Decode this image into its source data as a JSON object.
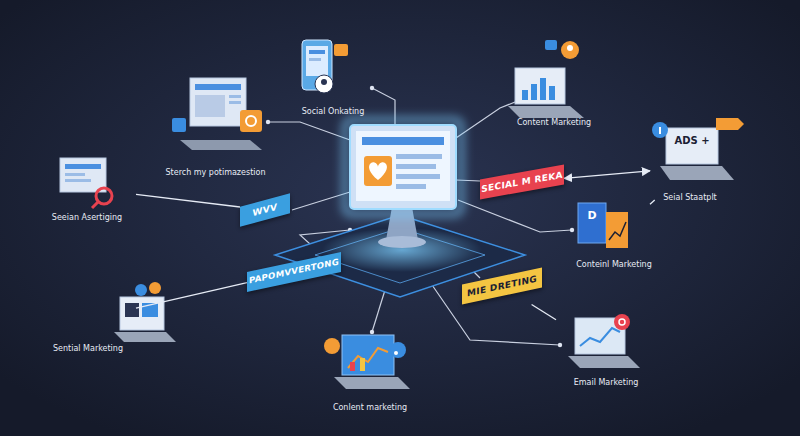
{
  "diagram": {
    "nodes": [
      {
        "text": [
          "Social Onkating"
        ]
      },
      {
        "text": [
          "Content Marketing"
        ]
      },
      {
        "text": [
          "Sterch my potimazestion"
        ]
      },
      {
        "text": [
          "ADS +",
          "Seial Staatplt"
        ]
      },
      {
        "text": [
          "Seeian Asertiging"
        ]
      },
      {
        "text": [
          "SECIAL M REKA"
        ]
      },
      {
        "text": [
          "WVV"
        ]
      },
      {
        "text": [
          "D",
          "Conteinl Marketing"
        ]
      },
      {
        "text": [
          "PAPOMVVERTONG"
        ]
      },
      {
        "text": [
          "MIE DRETING"
        ]
      },
      {
        "text": [
          "Sential Marketing"
        ]
      },
      {
        "text": [
          "Email Marketing"
        ]
      },
      {
        "text": [
          "Conlent marketing"
        ]
      }
    ],
    "edges": [
      {
        "from": 5,
        "to": 3,
        "arrow": "both"
      },
      {
        "from": 3,
        "to": 7,
        "arrow": "none"
      },
      {
        "from": 4,
        "to": 6,
        "arrow": "none"
      },
      {
        "from": 10,
        "to": 8,
        "arrow": "none"
      },
      {
        "from": 9,
        "to": 11,
        "arrow": "none"
      }
    ]
  }
}
